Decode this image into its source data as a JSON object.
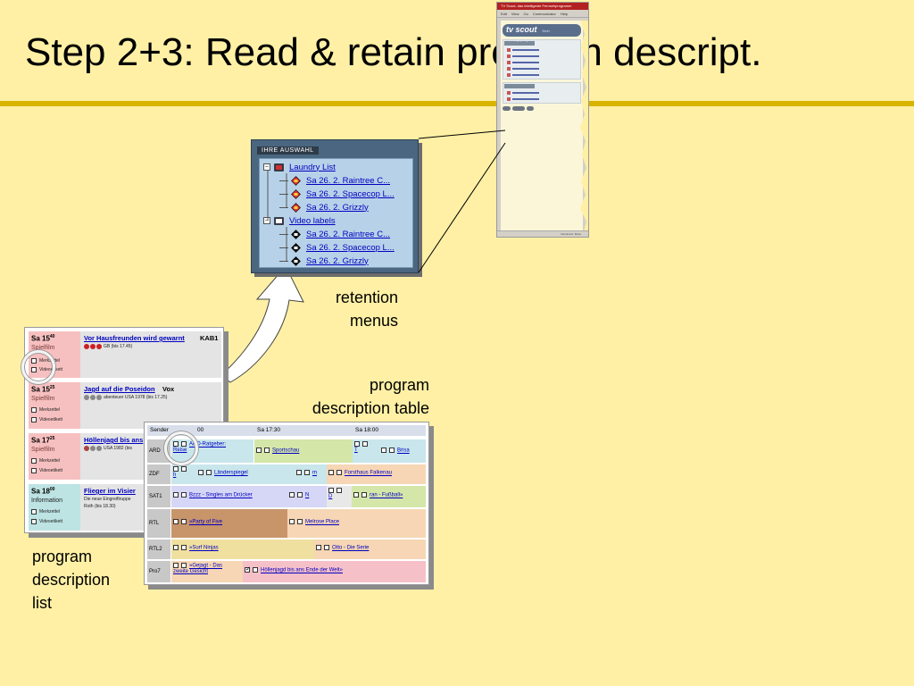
{
  "slide": {
    "title": "Step 2+3: Read & retain program descript.",
    "captions": {
      "retention": [
        "retention",
        "menus"
      ],
      "table": [
        "program",
        "description table"
      ],
      "list": [
        "program",
        "description",
        "list"
      ]
    }
  },
  "browser": {
    "title_bar": "TV Scout, das intelligente Fernsehprogramm",
    "menu": [
      "Edit",
      "View",
      "Go",
      "Communicator",
      "Help"
    ],
    "logo": "tv scout",
    "logo_sub": "Dein Einstiegsprogramm",
    "status": "Document: Done"
  },
  "retention_menu": {
    "header": "IHRE AUSWAHL",
    "groups": [
      {
        "label": "Laundry List",
        "items": [
          "Sa 26. 2. Raintree C...",
          "Sa 26. 2. Spacecop L...",
          "Sa 26. 2. Grizzly"
        ]
      },
      {
        "label": "Video labels",
        "items": [
          "Sa 26. 2. Raintree C...",
          "Sa 26. 2. Spacecop L...",
          "Sa 26. 2. Grizzly"
        ]
      }
    ],
    "toggle_symbol": "–"
  },
  "program_list": {
    "checkbox_labels": [
      "Merkzettel",
      "Videoetikett"
    ],
    "items": [
      {
        "time": "Sa 15",
        "time_min": "40",
        "genre": "Spielfilm",
        "title": "Vor Hausfreunden wird gewarnt",
        "channel": "KAB1",
        "info": "GB  (bis 17.45)",
        "info2": "",
        "dots": [
          "#cc2222",
          "#cc2222",
          "#cc2222"
        ],
        "left_color": "#F7C0C0"
      },
      {
        "time": "Sa 15",
        "time_min": "25",
        "genre": "Spielfilm",
        "title": "Jagd auf die Poseidon",
        "channel": "Vox",
        "info": "abenteuer USA 1978 (bis 17.25)",
        "info2": "",
        "dots": [
          "#888888",
          "#888888",
          "#888888"
        ],
        "left_color": "#F7C0C0"
      },
      {
        "time": "Sa 17",
        "time_min": "25",
        "genre": "Spielfilm",
        "title": "Höllenjagd bis ans",
        "channel": "",
        "info": "USA 1982 (bis",
        "info2": "",
        "dots": [
          "#aa4444",
          "#888888",
          "#888888"
        ],
        "left_color": "#F7C0C0"
      },
      {
        "time": "Sa 18",
        "time_min": "00",
        "genre": "Information",
        "title": "Flieger im Visier",
        "channel": "",
        "info": "Die neue Eingreiftruppe",
        "info2": "Roth (bis 18.30)",
        "dots": [],
        "left_color": "#BDE3E3"
      }
    ]
  },
  "program_table": {
    "headers": [
      "Sender",
      "00",
      "Sa 17:30",
      "Sa 18:00"
    ],
    "rows": [
      {
        "channel": "ARD",
        "cells": [
          {
            "text": "ARD-Ratgeber:",
            "extra": "Reise",
            "color": "#C8E6EC"
          },
          {
            "text": "Sportschau",
            "color": "#D4E6A8"
          },
          {
            "text": "T",
            "color": "#C8E6EC"
          },
          {
            "text": "Brisa",
            "color": "#C8E6EC"
          }
        ]
      },
      {
        "channel": "ZDF",
        "cells": [
          {
            "text": "h",
            "color": "#C8E6EC"
          },
          {
            "text": "Länderspiegel",
            "color": "#C8E6EC"
          },
          {
            "text": "m",
            "color": "#C8E6EC"
          },
          {
            "text": "Forsthaus Falkenau",
            "color": "#F6D6B4"
          }
        ]
      },
      {
        "channel": "SAT1",
        "cells": [
          {
            "text": "Bzzz - Singles am Drücker",
            "color": "#D6D6F6"
          },
          {
            "text": "N",
            "color": "#D6D6F6"
          },
          {
            "text": "D",
            "color": "#E8E8E8"
          },
          {
            "text": "ran - Fußball»",
            "color": "#D4E6A8"
          }
        ]
      },
      {
        "channel": "RTL",
        "cells": [
          {
            "text": "»Party of Five",
            "color": "#C8946A"
          },
          {
            "text": "Melrose Place",
            "color": "#F6D6B4"
          }
        ]
      },
      {
        "channel": "RTL2",
        "cells": [
          {
            "text": "»Surf Ninjas",
            "color": "#F0E0A0"
          },
          {
            "text": "Otto - Die Serie",
            "color": "#F6D6B4"
          }
        ]
      },
      {
        "channel": "Pro7",
        "cells": [
          {
            "text": "»Gejagt - Das",
            "extra": "zweite Gesicht",
            "color": "#F6D6B4"
          },
          {
            "text": "Höllenjagd bis ans Ende der Welt»",
            "color": "#F6C0C8"
          }
        ]
      }
    ]
  },
  "colors": {
    "background": "#FFF0A5",
    "rule": "#D8B400",
    "retention_frame": "#4A6680",
    "tree_bg": "#B7D2E8",
    "link": "#0000C0"
  },
  "icons": [
    "folder-icon",
    "tv-icon",
    "tag-icon",
    "arrow-icon"
  ]
}
